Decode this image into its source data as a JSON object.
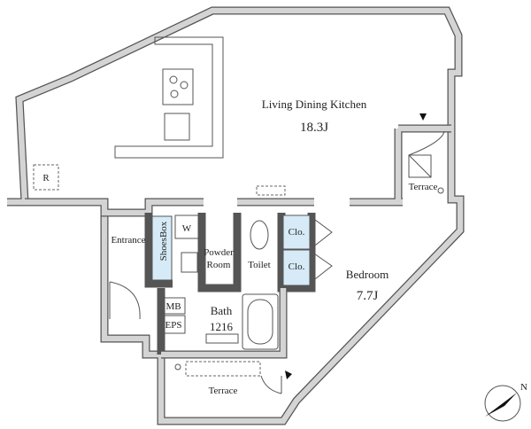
{
  "rooms": {
    "ldk": {
      "name": "Living Dining Kitchen",
      "size": "18.3J"
    },
    "terrace_ne": {
      "name": "Terrace"
    },
    "refrigerator": {
      "name": "R"
    },
    "entrance": {
      "name": "Entrance"
    },
    "shoes_box": {
      "name": "ShoesBox"
    },
    "washer": {
      "name": "W"
    },
    "powder_room": {
      "line1": "Powder",
      "line2": "Room"
    },
    "toilet": {
      "name": "Toilet"
    },
    "closet_1": {
      "name": "Clo."
    },
    "closet_2": {
      "name": "Clo."
    },
    "bedroom": {
      "name": "Bedroom",
      "size": "7.7J"
    },
    "mb": {
      "name": "MB"
    },
    "eps": {
      "name": "EPS"
    },
    "bath": {
      "name": "Bath",
      "size": "1216"
    },
    "terrace_s": {
      "name": "Terrace"
    }
  },
  "compass": {
    "label": "N"
  },
  "colors": {
    "wall": "#555555",
    "wall_fill": "#d4d4d4",
    "closet": "#d6ebf7"
  }
}
